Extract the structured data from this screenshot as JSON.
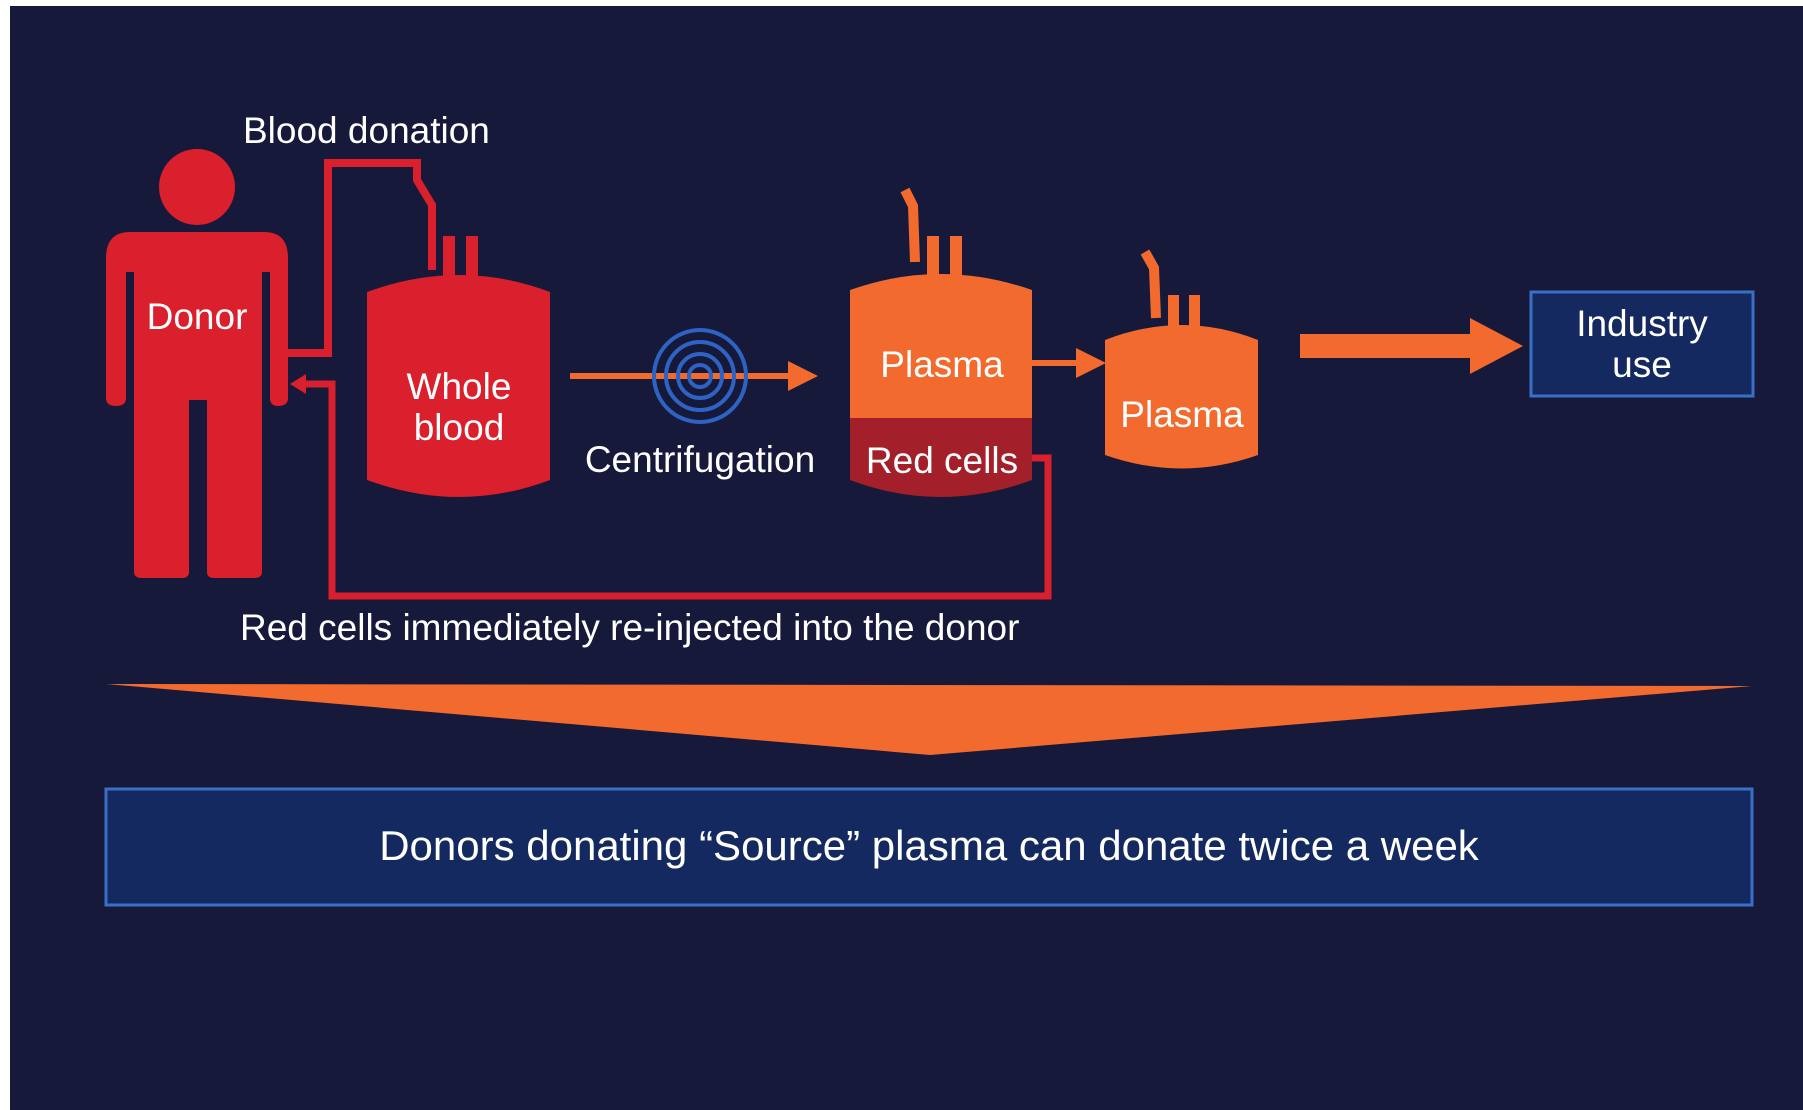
{
  "labels": {
    "blood_donation": "Blood donation",
    "donor": "Donor",
    "whole_blood_line1": "Whole",
    "whole_blood_line2": "blood",
    "centrifugation": "Centrifugation",
    "plasma_in_bag": "Plasma",
    "red_cells": "Red cells",
    "plasma_bag": "Plasma",
    "industry_use_line1": "Industry",
    "industry_use_line2": "use",
    "reinjection": "Red cells immediately re-injected into the donor",
    "conclusion": "Donors donating “Source” plasma can donate twice a week"
  },
  "colors": {
    "background": "#17193a",
    "red": "#d9202c",
    "dark_red": "#a3202a",
    "orange": "#f26a2d",
    "box_fill": "#14295f",
    "box_border": "#3a6fc8",
    "text": "#ffffff"
  },
  "icons": {
    "donor": "person-icon",
    "centrifuge": "spiral-icon",
    "whole_blood_bag": "blood-bag-icon",
    "separated_bag": "blood-bag-icon",
    "plasma_bag": "blood-bag-icon"
  }
}
